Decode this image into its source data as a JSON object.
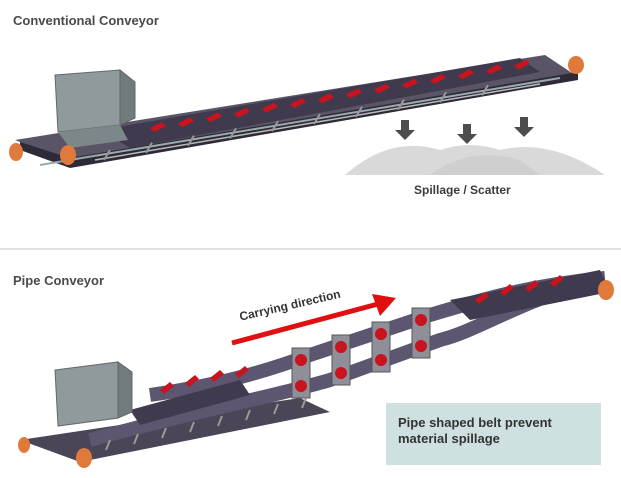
{
  "sections": {
    "conventional": {
      "title": "Conventional Conveyor",
      "spill_label": "Spillage / Scatter"
    },
    "pipe": {
      "title": "Pipe Conveyor",
      "direction_label": "Carrying direction",
      "note": "Pipe shaped belt prevent material spillage"
    }
  },
  "colors": {
    "belt": "#3f3a4e",
    "idler": "#c8141e",
    "arrow": "#e01010",
    "pulley": "#e07a3a",
    "note_bg": "#cfe0e0"
  },
  "icons": [
    "down-arrow-icon",
    "right-arrow-icon"
  ]
}
